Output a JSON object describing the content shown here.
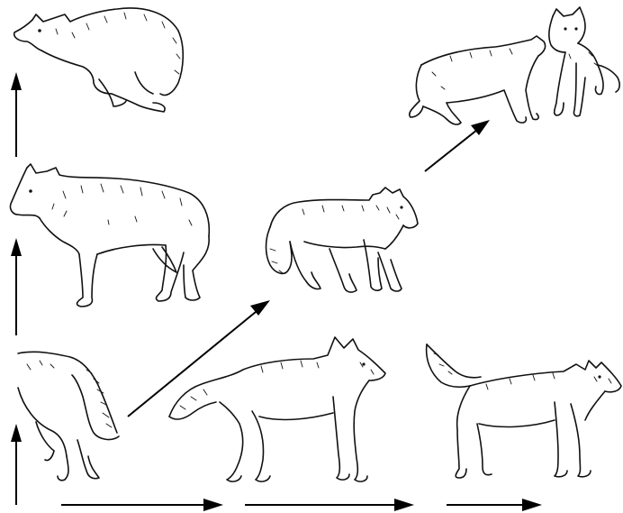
{
  "figure": {
    "background": "#ffffff",
    "ink_color": "#111111",
    "arrow_color": "#000000"
  },
  "panels": [
    {
      "id": "tail-tucked-wolf",
      "icon": "wolf-tail-tucked-icon"
    },
    {
      "id": "neutral-standing-wolf",
      "icon": "wolf-standing-icon"
    },
    {
      "id": "cowering-wolf",
      "icon": "wolf-cowering-icon"
    },
    {
      "id": "submissive-greeting-pair",
      "icon": "wolf-pair-greeting-icon"
    },
    {
      "id": "crouching-snarling-wolf",
      "icon": "wolf-crouching-icon"
    },
    {
      "id": "alert-wolf",
      "icon": "wolf-alert-icon"
    },
    {
      "id": "dominant-wolf",
      "icon": "wolf-tail-raised-icon"
    }
  ]
}
